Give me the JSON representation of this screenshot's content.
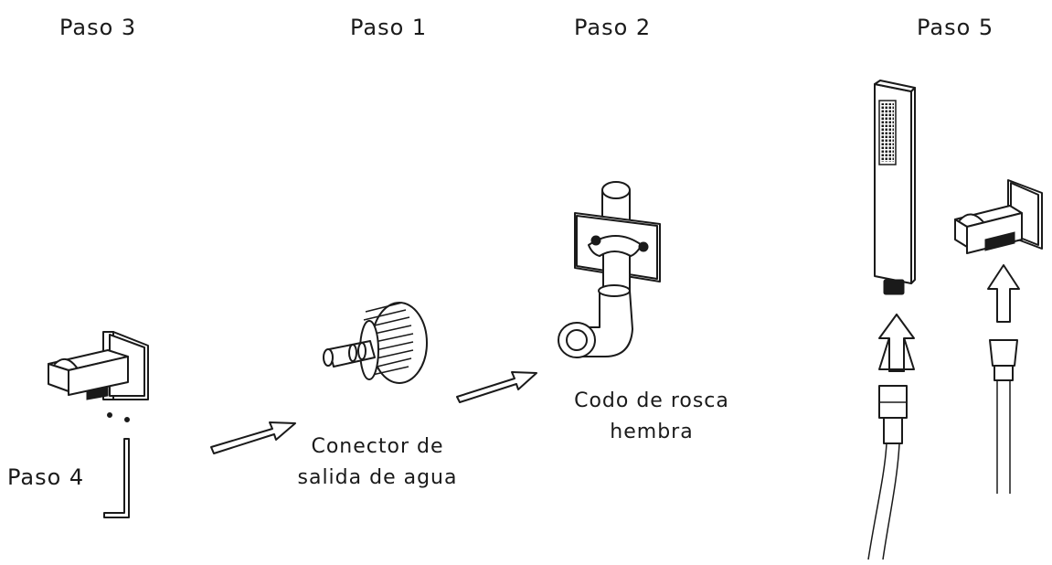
{
  "steps": {
    "step3": "Paso 3",
    "step1": "Paso 1",
    "step2": "Paso 2",
    "step5": "Paso 5",
    "step4": "Paso 4"
  },
  "parts": {
    "water_outlet_connector": {
      "line1": "Conector de",
      "line2": "salida de agua"
    },
    "female_thread_elbow": {
      "line1": "Codo de rosca",
      "line2": "hembra"
    }
  }
}
